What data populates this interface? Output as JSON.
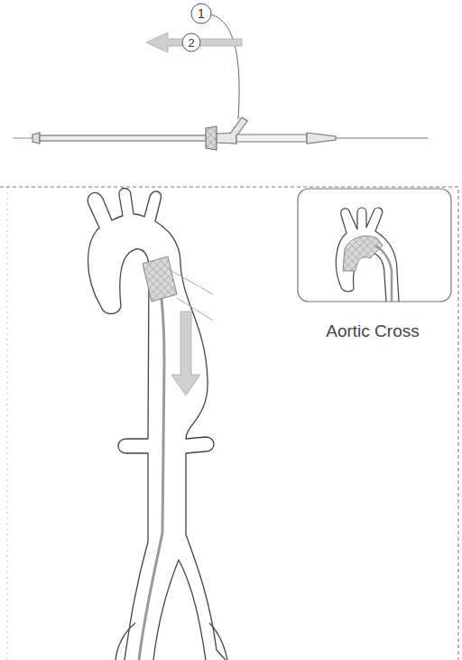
{
  "diagram": {
    "labels": [
      "1",
      "2",
      "Aortic Cross"
    ]
  }
}
